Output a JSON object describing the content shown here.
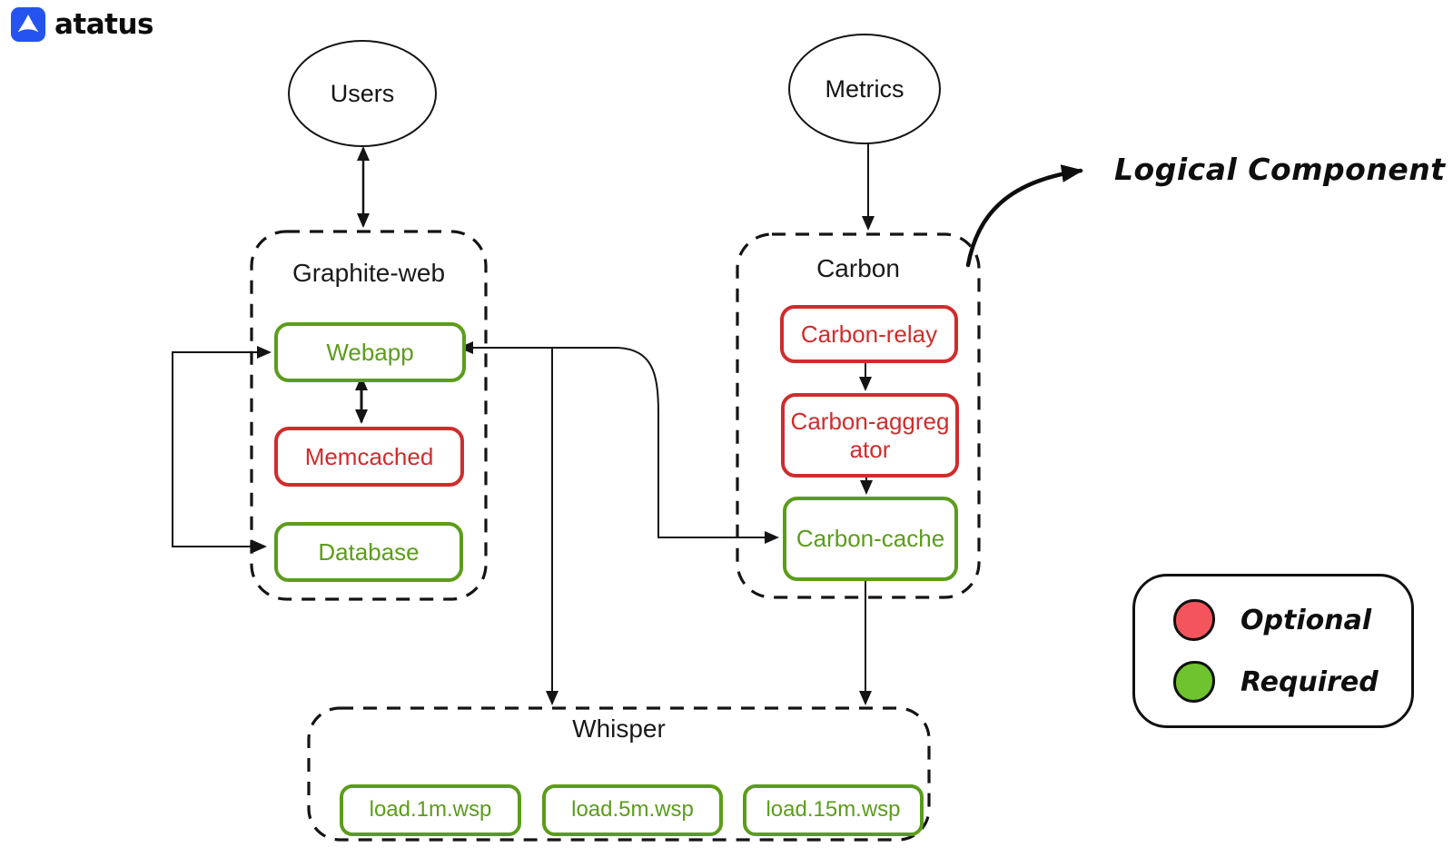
{
  "brand": {
    "name": "atatus",
    "logo_icon": "atatus-arrow-icon"
  },
  "actors": {
    "users": {
      "label": "Users"
    },
    "metrics": {
      "label": "Metrics"
    }
  },
  "groups": {
    "graphite_web": {
      "title": "Graphite-web",
      "nodes": {
        "webapp": {
          "label": "Webapp",
          "status": "required"
        },
        "memcached": {
          "label": "Memcached",
          "status": "optional"
        },
        "database": {
          "label": "Database",
          "status": "required"
        }
      }
    },
    "carbon": {
      "title": "Carbon",
      "nodes": {
        "relay": {
          "label": "Carbon-relay",
          "status": "optional"
        },
        "aggregator": {
          "label": "Carbon-aggregator",
          "status": "optional"
        },
        "cache": {
          "label": "Carbon-cache",
          "status": "required"
        }
      }
    },
    "whisper": {
      "title": "Whisper",
      "nodes": {
        "wsp1": {
          "label": "load.1m.wsp",
          "status": "required"
        },
        "wsp5": {
          "label": "load.5m.wsp",
          "status": "required"
        },
        "wsp15": {
          "label": "load.15m.wsp",
          "status": "required"
        }
      }
    }
  },
  "annotation": {
    "label": "Logical Component"
  },
  "legend": {
    "optional": {
      "label": "Optional",
      "color": "#f4555c"
    },
    "required": {
      "label": "Required",
      "color": "#6ec32e"
    }
  },
  "colors": {
    "optional_stroke": "#d02c2c",
    "required_stroke": "#5c9c1c",
    "line": "#141414",
    "brand_blue": "#2453f0"
  }
}
